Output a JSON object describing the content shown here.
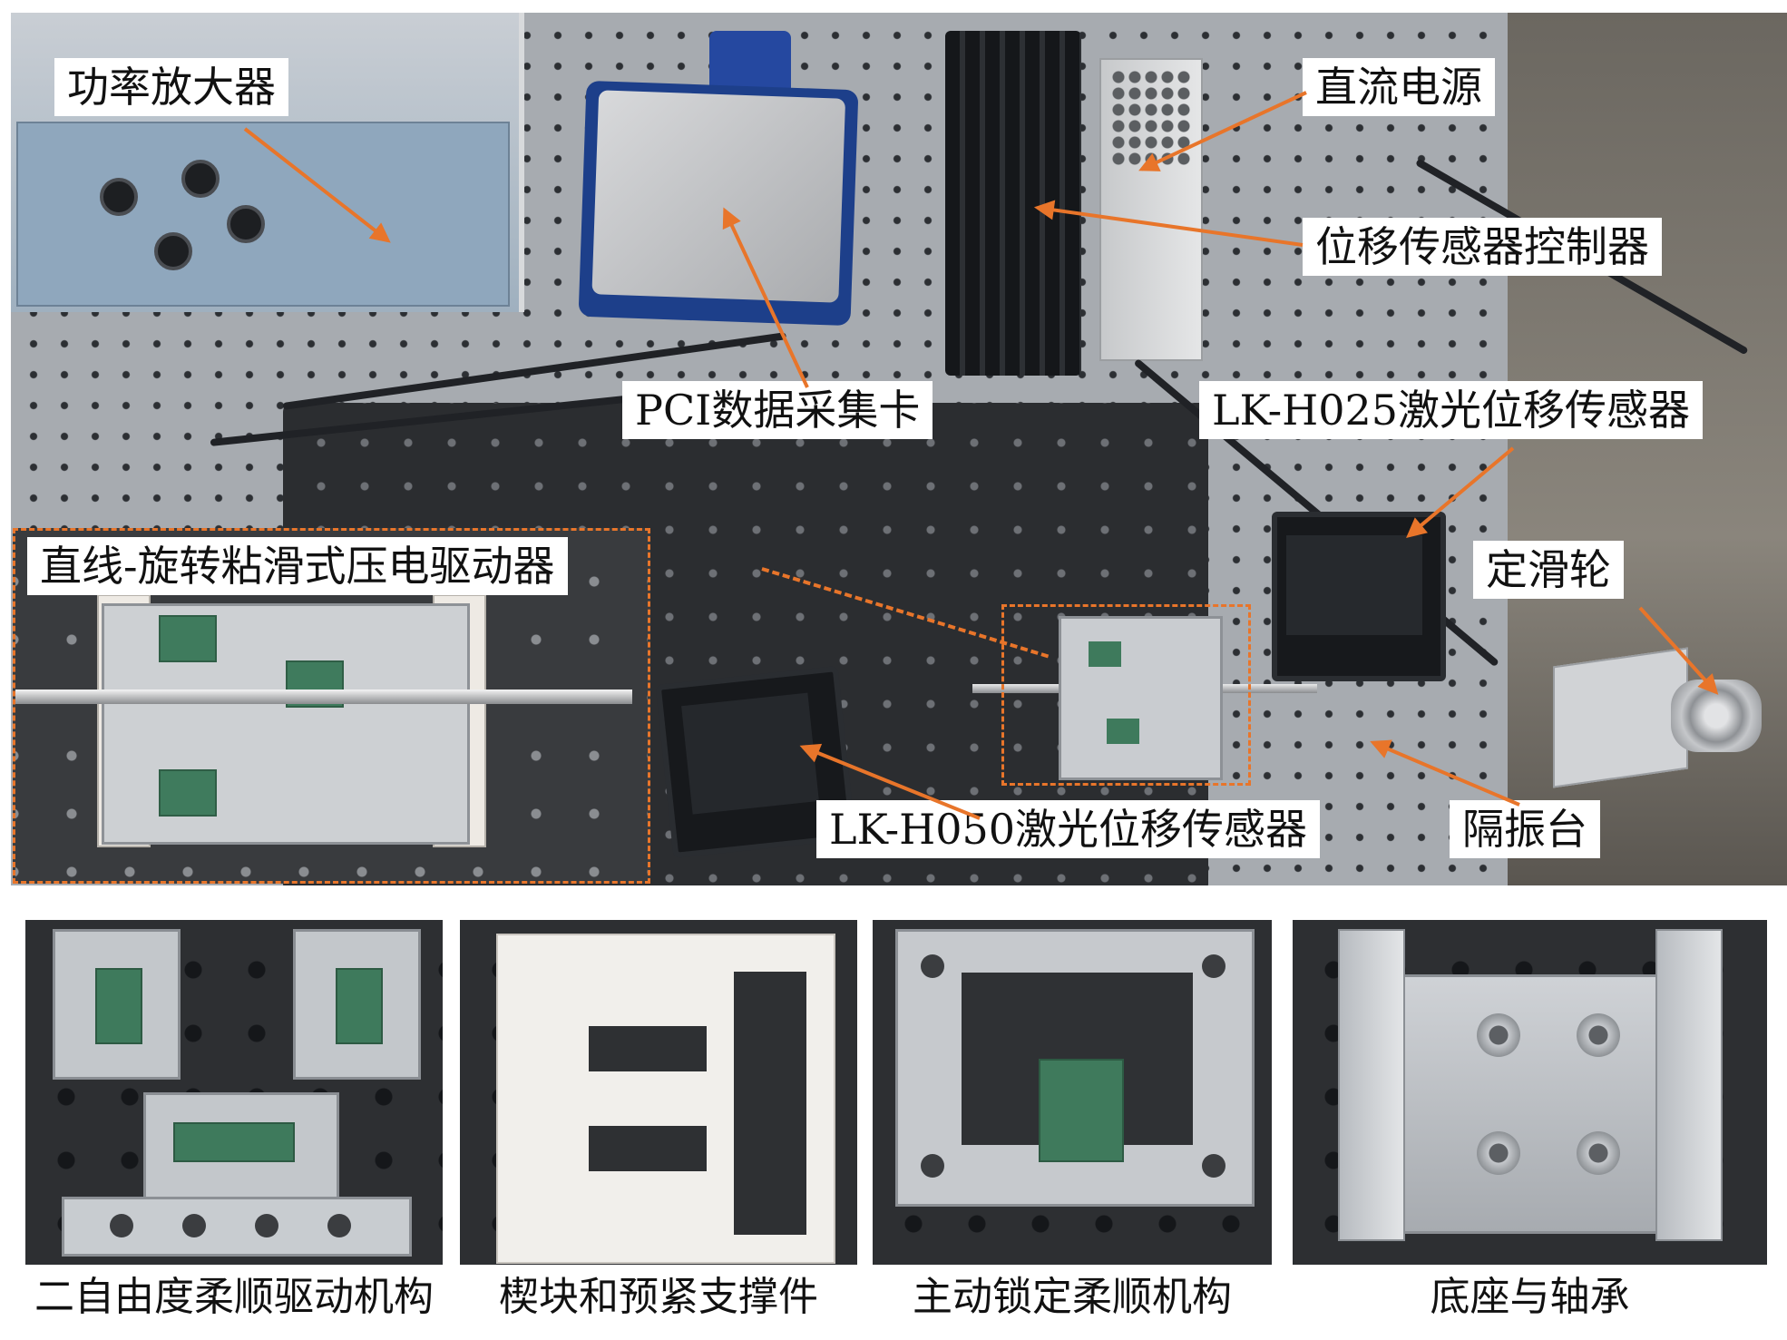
{
  "main_labels": {
    "power_amplifier": "功率放大器",
    "dc_power": "直流电源",
    "displacement_controller": "位移传感器控制器",
    "pci_daq": "PCI数据采集卡",
    "laser_h025": "LK-H025激光位移传感器",
    "stick_slip_driver": "直线-旋转粘滑式压电驱动器",
    "fixed_pulley": "定滑轮",
    "laser_h050": "LK-H050激光位移传感器",
    "isolation_table": "隔振台"
  },
  "captions": [
    "二自由度柔顺驱动机构",
    "楔块和预紧支撑件",
    "主动锁定柔顺机构",
    "底座与轴承"
  ],
  "colors": {
    "annotation_orange": "#e8752a",
    "label_background": "#ffffff",
    "optical_table_dark": "#2b2d30"
  }
}
